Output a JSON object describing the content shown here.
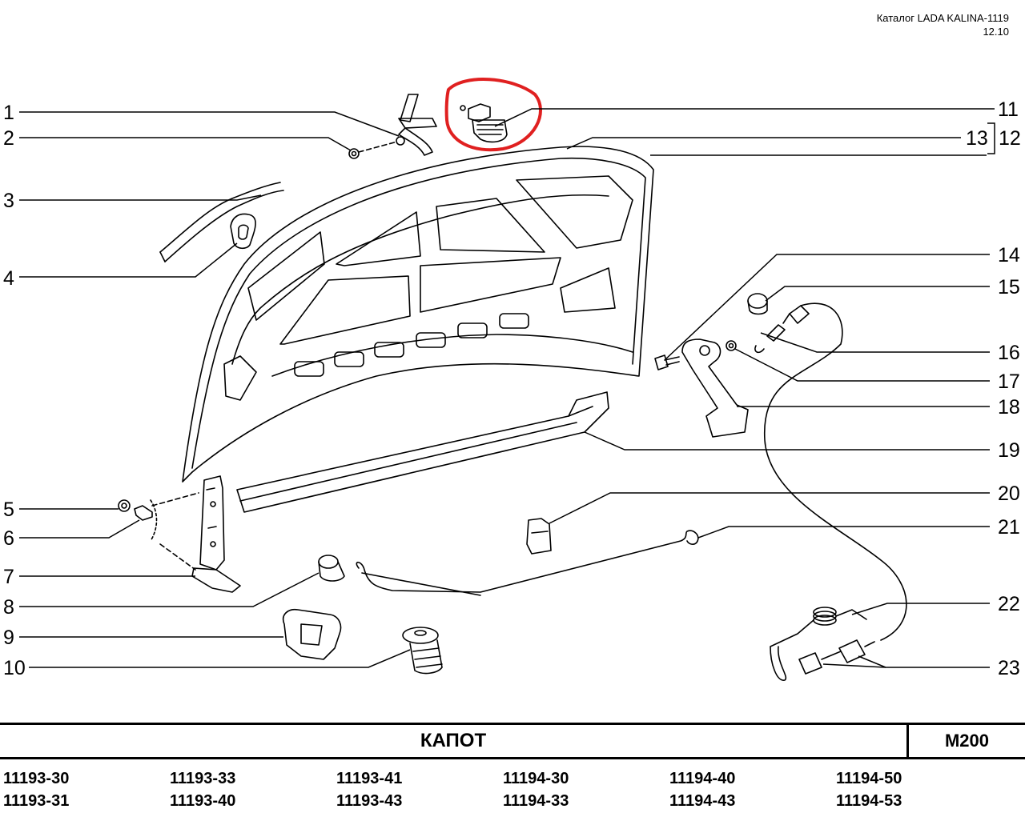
{
  "header": {
    "catalog": "Каталог LADA KALINA-1119",
    "date": "12.10"
  },
  "callouts": {
    "left": [
      "1",
      "2",
      "3",
      "4",
      "5",
      "6",
      "7",
      "8",
      "9",
      "10"
    ],
    "right": [
      "11",
      "12",
      "13",
      "14",
      "15",
      "16",
      "17",
      "18",
      "19",
      "20",
      "21",
      "22",
      "23"
    ]
  },
  "highlight": {
    "color": "#e02020",
    "target": "11"
  },
  "footer": {
    "title": "КАПОТ",
    "code": "M200",
    "models": [
      [
        "11193-30",
        "11193-31"
      ],
      [
        "11193-33",
        "11193-40"
      ],
      [
        "11193-41",
        "11193-43"
      ],
      [
        "11194-30",
        "11194-33"
      ],
      [
        "11194-40",
        "11194-43"
      ],
      [
        "11194-50",
        "11194-53"
      ]
    ]
  }
}
